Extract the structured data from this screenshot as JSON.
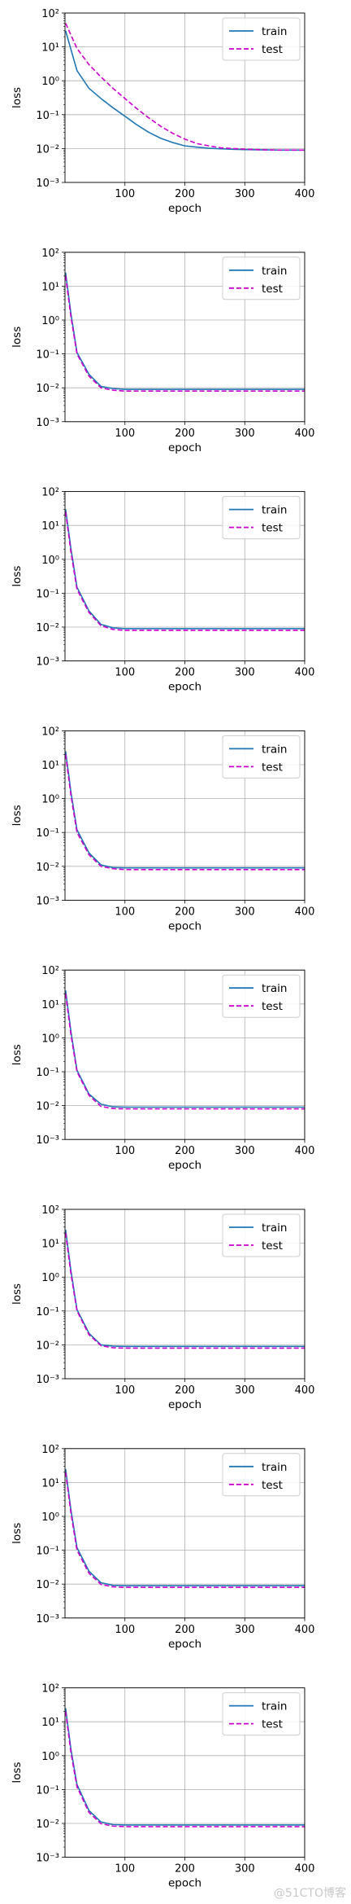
{
  "chart_data": [
    {
      "type": "line",
      "xlabel": "epoch",
      "ylabel": "loss",
      "yscale": "log",
      "xlim": [
        0,
        400
      ],
      "ylim": [
        0.001,
        100
      ],
      "xticks": [
        "100",
        "200",
        "300",
        "400"
      ],
      "yticks": [
        "10⁻³",
        "10⁻²",
        "10⁻¹",
        "10⁰",
        "10¹",
        "10²"
      ],
      "grid": true,
      "legend": "top-right",
      "series": [
        {
          "name": "train",
          "color": "#1f77b4",
          "style": "solid",
          "x": [
            1,
            20,
            40,
            60,
            80,
            100,
            120,
            140,
            160,
            180,
            200,
            220,
            240,
            260,
            280,
            300,
            320,
            340,
            360,
            380,
            400
          ],
          "y": [
            30,
            2.0,
            0.6,
            0.3,
            0.16,
            0.09,
            0.05,
            0.03,
            0.02,
            0.015,
            0.012,
            0.011,
            0.0102,
            0.0098,
            0.0095,
            0.0093,
            0.0092,
            0.0091,
            0.009,
            0.009,
            0.009
          ]
        },
        {
          "name": "test",
          "color": "#cc00cc",
          "style": "dashed",
          "x": [
            1,
            20,
            40,
            60,
            80,
            100,
            120,
            140,
            160,
            180,
            200,
            220,
            240,
            260,
            280,
            300,
            320,
            340,
            360,
            380,
            400
          ],
          "y": [
            50,
            9.0,
            3.0,
            1.3,
            0.6,
            0.3,
            0.15,
            0.08,
            0.045,
            0.028,
            0.019,
            0.014,
            0.012,
            0.0105,
            0.01,
            0.0096,
            0.0093,
            0.0091,
            0.009,
            0.009,
            0.009
          ]
        }
      ]
    },
    {
      "type": "line",
      "xlabel": "epoch",
      "ylabel": "loss",
      "yscale": "log",
      "xlim": [
        0,
        400
      ],
      "ylim": [
        0.001,
        100
      ],
      "xticks": [
        "100",
        "200",
        "300",
        "400"
      ],
      "yticks": [
        "10⁻³",
        "10⁻²",
        "10⁻¹",
        "10⁰",
        "10¹",
        "10²"
      ],
      "grid": true,
      "legend": "top-right",
      "series": [
        {
          "name": "train",
          "color": "#1f77b4",
          "style": "solid",
          "x": [
            1,
            10,
            20,
            40,
            60,
            80,
            100,
            150,
            200,
            250,
            300,
            350,
            400
          ],
          "y": [
            25,
            1.5,
            0.11,
            0.025,
            0.011,
            0.0095,
            0.009,
            0.009,
            0.009,
            0.009,
            0.009,
            0.009,
            0.009
          ]
        },
        {
          "name": "test",
          "color": "#cc00cc",
          "style": "dashed",
          "x": [
            1,
            10,
            20,
            40,
            60,
            80,
            100,
            150,
            200,
            250,
            300,
            350,
            400
          ],
          "y": [
            20,
            1.2,
            0.1,
            0.022,
            0.01,
            0.0085,
            0.008,
            0.008,
            0.008,
            0.008,
            0.008,
            0.008,
            0.008
          ]
        }
      ]
    },
    {
      "type": "line",
      "xlabel": "epoch",
      "ylabel": "loss",
      "yscale": "log",
      "xlim": [
        0,
        400
      ],
      "ylim": [
        0.001,
        100
      ],
      "xticks": [
        "100",
        "200",
        "300",
        "400"
      ],
      "yticks": [
        "10⁻³",
        "10⁻²",
        "10⁻¹",
        "10⁰",
        "10¹",
        "10²"
      ],
      "grid": true,
      "legend": "top-right",
      "series": [
        {
          "name": "train",
          "color": "#1f77b4",
          "style": "solid",
          "x": [
            1,
            10,
            20,
            40,
            60,
            80,
            100,
            150,
            200,
            250,
            300,
            350,
            400
          ],
          "y": [
            30,
            2.0,
            0.15,
            0.03,
            0.012,
            0.0095,
            0.009,
            0.009,
            0.009,
            0.009,
            0.009,
            0.009,
            0.009
          ]
        },
        {
          "name": "test",
          "color": "#cc00cc",
          "style": "dashed",
          "x": [
            1,
            10,
            20,
            40,
            60,
            80,
            100,
            150,
            200,
            250,
            300,
            350,
            400
          ],
          "y": [
            25,
            1.6,
            0.13,
            0.027,
            0.011,
            0.0085,
            0.008,
            0.008,
            0.008,
            0.008,
            0.008,
            0.008,
            0.008
          ]
        }
      ]
    },
    {
      "type": "line",
      "xlabel": "epoch",
      "ylabel": "loss",
      "yscale": "log",
      "xlim": [
        0,
        400
      ],
      "ylim": [
        0.001,
        100
      ],
      "xticks": [
        "100",
        "200",
        "300",
        "400"
      ],
      "yticks": [
        "10⁻³",
        "10⁻²",
        "10⁻¹",
        "10⁰",
        "10¹",
        "10²"
      ],
      "grid": true,
      "legend": "top-right",
      "series": [
        {
          "name": "train",
          "color": "#1f77b4",
          "style": "solid",
          "x": [
            1,
            10,
            20,
            40,
            60,
            80,
            100,
            150,
            200,
            250,
            300,
            350,
            400
          ],
          "y": [
            25,
            1.5,
            0.12,
            0.025,
            0.011,
            0.0092,
            0.009,
            0.009,
            0.009,
            0.009,
            0.009,
            0.009,
            0.009
          ]
        },
        {
          "name": "test",
          "color": "#cc00cc",
          "style": "dashed",
          "x": [
            1,
            10,
            20,
            40,
            60,
            80,
            100,
            150,
            200,
            250,
            300,
            350,
            400
          ],
          "y": [
            20,
            1.2,
            0.1,
            0.022,
            0.01,
            0.0085,
            0.008,
            0.008,
            0.008,
            0.008,
            0.008,
            0.008,
            0.008
          ]
        }
      ]
    },
    {
      "type": "line",
      "xlabel": "epoch",
      "ylabel": "loss",
      "yscale": "log",
      "xlim": [
        0,
        400
      ],
      "ylim": [
        0.001,
        100
      ],
      "xticks": [
        "100",
        "200",
        "300",
        "400"
      ],
      "yticks": [
        "10⁻³",
        "10⁻²",
        "10⁻¹",
        "10⁰",
        "10¹",
        "10²"
      ],
      "grid": true,
      "legend": "top-right",
      "series": [
        {
          "name": "train",
          "color": "#1f77b4",
          "style": "solid",
          "x": [
            1,
            10,
            20,
            40,
            60,
            80,
            100,
            150,
            200,
            250,
            300,
            350,
            400
          ],
          "y": [
            25,
            1.5,
            0.11,
            0.022,
            0.011,
            0.0092,
            0.009,
            0.009,
            0.009,
            0.009,
            0.009,
            0.009,
            0.009
          ]
        },
        {
          "name": "test",
          "color": "#cc00cc",
          "style": "dashed",
          "x": [
            1,
            10,
            20,
            40,
            60,
            80,
            100,
            150,
            200,
            250,
            300,
            350,
            400
          ],
          "y": [
            20,
            1.2,
            0.1,
            0.02,
            0.0095,
            0.0082,
            0.008,
            0.008,
            0.008,
            0.008,
            0.008,
            0.008,
            0.008
          ]
        }
      ]
    },
    {
      "type": "line",
      "xlabel": "epoch",
      "ylabel": "loss",
      "yscale": "log",
      "xlim": [
        0,
        400
      ],
      "ylim": [
        0.001,
        100
      ],
      "xticks": [
        "100",
        "200",
        "300",
        "400"
      ],
      "yticks": [
        "10⁻³",
        "10⁻²",
        "10⁻¹",
        "10⁰",
        "10¹",
        "10²"
      ],
      "grid": true,
      "legend": "top-right",
      "series": [
        {
          "name": "train",
          "color": "#1f77b4",
          "style": "solid",
          "x": [
            1,
            10,
            20,
            40,
            60,
            80,
            100,
            150,
            200,
            250,
            300,
            350,
            400
          ],
          "y": [
            25,
            1.5,
            0.11,
            0.022,
            0.01,
            0.0092,
            0.009,
            0.009,
            0.009,
            0.009,
            0.009,
            0.009,
            0.009
          ]
        },
        {
          "name": "test",
          "color": "#cc00cc",
          "style": "dashed",
          "x": [
            1,
            10,
            20,
            40,
            60,
            80,
            100,
            150,
            200,
            250,
            300,
            350,
            400
          ],
          "y": [
            20,
            1.2,
            0.1,
            0.02,
            0.0095,
            0.0082,
            0.008,
            0.008,
            0.008,
            0.008,
            0.008,
            0.008,
            0.008
          ]
        }
      ]
    },
    {
      "type": "line",
      "xlabel": "epoch",
      "ylabel": "loss",
      "yscale": "log",
      "xlim": [
        0,
        400
      ],
      "ylim": [
        0.001,
        100
      ],
      "xticks": [
        "100",
        "200",
        "300",
        "400"
      ],
      "yticks": [
        "10⁻³",
        "10⁻²",
        "10⁻¹",
        "10⁰",
        "10¹",
        "10²"
      ],
      "grid": true,
      "legend": "top-right",
      "series": [
        {
          "name": "train",
          "color": "#1f77b4",
          "style": "solid",
          "x": [
            1,
            10,
            20,
            40,
            60,
            80,
            100,
            150,
            200,
            250,
            300,
            350,
            400
          ],
          "y": [
            25,
            1.5,
            0.12,
            0.024,
            0.011,
            0.0092,
            0.009,
            0.009,
            0.009,
            0.009,
            0.009,
            0.009,
            0.009
          ]
        },
        {
          "name": "test",
          "color": "#cc00cc",
          "style": "dashed",
          "x": [
            1,
            10,
            20,
            40,
            60,
            80,
            100,
            150,
            200,
            250,
            300,
            350,
            400
          ],
          "y": [
            20,
            1.2,
            0.1,
            0.021,
            0.0098,
            0.0083,
            0.008,
            0.008,
            0.008,
            0.008,
            0.008,
            0.008,
            0.008
          ]
        }
      ]
    },
    {
      "type": "line",
      "xlabel": "epoch",
      "ylabel": "loss",
      "yscale": "log",
      "xlim": [
        0,
        400
      ],
      "ylim": [
        0.001,
        100
      ],
      "xticks": [
        "100",
        "200",
        "300",
        "400"
      ],
      "yticks": [
        "10⁻³",
        "10⁻²",
        "10⁻¹",
        "10⁰",
        "10¹",
        "10²"
      ],
      "grid": true,
      "legend": "top-right",
      "series": [
        {
          "name": "train",
          "color": "#1f77b4",
          "style": "solid",
          "x": [
            1,
            10,
            20,
            40,
            60,
            80,
            100,
            150,
            200,
            250,
            300,
            350,
            400
          ],
          "y": [
            25,
            1.5,
            0.14,
            0.024,
            0.011,
            0.0092,
            0.009,
            0.009,
            0.009,
            0.009,
            0.009,
            0.009,
            0.009
          ]
        },
        {
          "name": "test",
          "color": "#cc00cc",
          "style": "dashed",
          "x": [
            1,
            10,
            20,
            40,
            60,
            80,
            100,
            150,
            200,
            250,
            300,
            350,
            400
          ],
          "y": [
            20,
            1.2,
            0.12,
            0.021,
            0.0098,
            0.0083,
            0.008,
            0.008,
            0.008,
            0.008,
            0.008,
            0.008,
            0.008
          ]
        }
      ]
    }
  ],
  "watermark": "@51CTO博客"
}
